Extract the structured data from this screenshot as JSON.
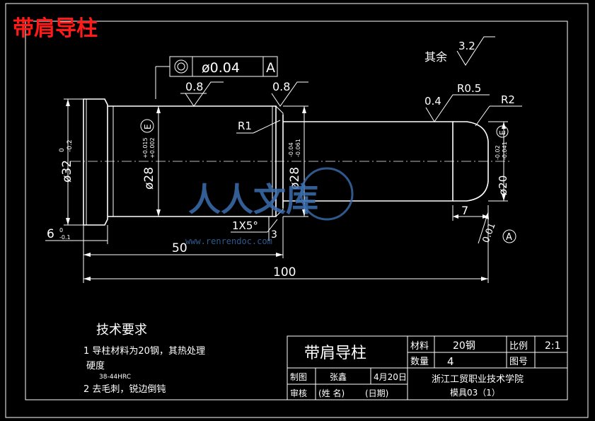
{
  "header_title": "带肩导柱",
  "geometric_tolerance": {
    "symbol": "◎",
    "value": "ø0.04",
    "datum": "A"
  },
  "roughness": {
    "rest": "其余",
    "rest_value": "3.2",
    "left_shoulder": "0.8",
    "right_shoulder": "0.8",
    "chamfer": "0.4"
  },
  "dims": {
    "d32": "ø32",
    "d32_tol_upper": "0",
    "d32_tol_lower": "-0.2",
    "d28a": "ø28",
    "d28a_tol_upper": "+0.015",
    "d28a_tol_lower": "+0.002",
    "d28b": "ø28",
    "d28b_tol_upper": "-0.04",
    "d28b_tol_lower": "-0.061",
    "d20": "ø20",
    "d20_tol_upper": "-0.02",
    "d20_tol_lower": "-0.041",
    "fit_symbol": "E",
    "r1": "R1",
    "r05": "R0.5",
    "r2": "R2",
    "chamfer": "1X5°",
    "groove": "3",
    "shoulder": "6",
    "shoulder_tol_upper": "0",
    "shoulder_tol_lower": "-0.1",
    "len50": "50",
    "len100": "100",
    "len7": "7",
    "runout": "0.01",
    "datum_a": "A"
  },
  "requirements": {
    "title": "技术要求",
    "item1": "1 导柱材料为20钢，其热处理",
    "item1b": "硬度",
    "item1c": "38-44HRC",
    "item2": "2 去毛刺，锐边倒钝"
  },
  "title_block": {
    "part_name": "带肩导柱",
    "material_label": "材料",
    "material": "20钢",
    "scale_label": "比例",
    "scale": "2:1",
    "qty_label": "数量",
    "qty": "4",
    "drawing_no_label": "图号",
    "drawing_no": "",
    "drawn_label": "制图",
    "drawn_by": "张鑫",
    "date": "4月20日",
    "checked_label": "审核",
    "name_placeholder": "(姓  名)",
    "date_placeholder": "(日期)",
    "school": "浙江工贸职业技术学院",
    "class_name": "模具03（1）"
  },
  "watermark": {
    "text": "人人文库",
    "url": "www.renrendoc.com"
  }
}
